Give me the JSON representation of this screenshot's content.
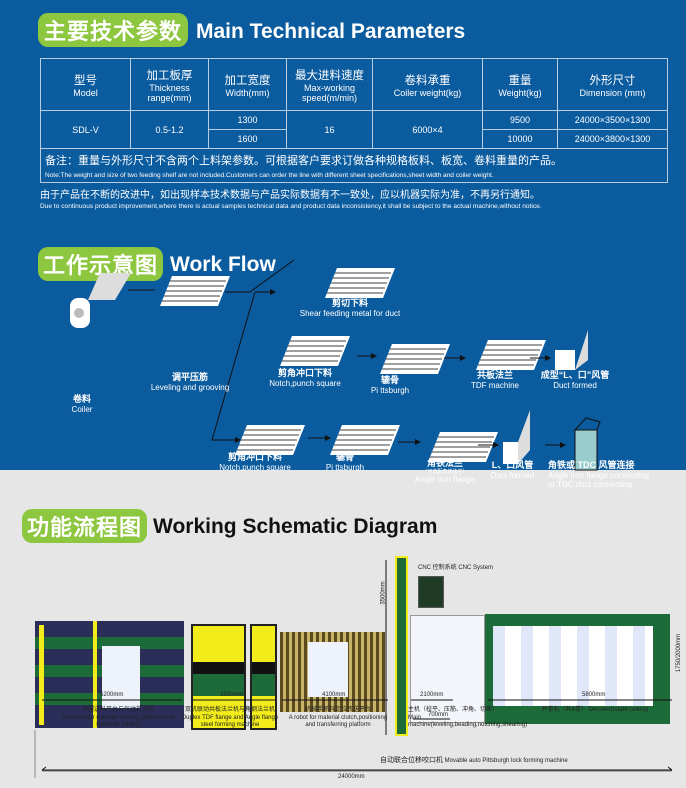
{
  "params": {
    "title_zh": "主要技术参数",
    "title_en": "Main Technical Parameters",
    "headers": [
      {
        "zh": "型号",
        "en": "Model"
      },
      {
        "zh": "加工板厚",
        "en": "Thickness range(mm)"
      },
      {
        "zh": "加工宽度",
        "en": "Width(mm)"
      },
      {
        "zh": "最大进料速度",
        "en": "Max-working speed(m/min)"
      },
      {
        "zh": "卷料承重",
        "en": "Coiler weight(kg)"
      },
      {
        "zh": "重量",
        "en": "Weight(kg)"
      },
      {
        "zh": "外形尺寸",
        "en": "Dimension (mm)"
      }
    ],
    "model": "SDL-V",
    "thickness": "0.5-1.2",
    "widths": [
      "1300",
      "1600"
    ],
    "speed": "16",
    "coiler": "6000×4",
    "weights": [
      "9500",
      "10000"
    ],
    "dimensions": [
      "24000×3500×1300",
      "24000×3800×1300"
    ],
    "note_zh": "备注：重量与外形尺寸不含两个上料架参数。可根据客户要求订做各种规格板料、板宽、卷料重量的产品。",
    "note_en": "Note:The weight and size of two feeding shelf are not included.Customers can order the line with different sheet specifications,sheet width and coiler weight.",
    "disclaimer_zh": "由于产品在不断的改进中，如出现样本技术数据与产品实际数据有不一致处，应以机器实际为准，不再另行通知。",
    "disclaimer_en": "Due to continuous product improvement,where there is actual samples technical data and product data inconsistency,it shall be subject to the actual machine,without notice."
  },
  "workflow": {
    "title_zh": "工作示意图",
    "title_en": "Work Flow",
    "steps": {
      "coiler": {
        "zh": "卷料",
        "en": "Coiler"
      },
      "leveling": {
        "zh": "调平压筋",
        "en": "Leveling and grooving"
      },
      "shear": {
        "zh": "剪切下料",
        "en": "Shear feeding metal for duct"
      },
      "notch1": {
        "zh": "剪角冲口下料",
        "en": "Notch,punch square"
      },
      "pitt1": {
        "zh": "辘骨",
        "en": "Pi ttsburgh"
      },
      "tdf": {
        "zh": "共板法兰",
        "en": "TDF machine"
      },
      "duct1": {
        "zh": "成型“L、口”风管",
        "en": "Duct formed"
      },
      "notch2": {
        "zh": "剪角冲口下料",
        "en": "Notch,punch square"
      },
      "pitt2": {
        "zh": "辘骨",
        "en": "Pi ttsburgh"
      },
      "angle": {
        "zh": "角铁法兰",
        "sub": "（可选配角铁法兰）",
        "en": "Angle iron flange"
      },
      "duct2": {
        "zh": "L、口风管",
        "en": "Duct formed"
      },
      "connect": {
        "zh": "角铁或 TDC 风管连接",
        "en": "Angle iron flange connecting",
        "en2": "or TDC duct connecting"
      }
    }
  },
  "schematic": {
    "title_zh": "功能流程图",
    "title_en": "Working Schematic Diagram",
    "cnc": "CNC 控制系统 CNC System",
    "dims": {
      "d1": "5200mm",
      "d2": "3500mm",
      "d3": "4100mm",
      "d4": "2100mm",
      "d5": "5800mm",
      "d6": "700mm",
      "total": "24000mm",
      "h1": "3500mm",
      "h2": "1750/2000mm"
    },
    "labels": {
      "servo_zh": "伺服送料平台与气动折方机",
      "servo_en": "Servo motor material feeding platform and hydraulic folding",
      "duplex_zh": "双机联动共板法兰机与角钢法兰机",
      "duplex_en": "Duplex TDF flange  and Angle flange steel forming machine",
      "robot_zh": "机械手抓料定位传送平台",
      "robot_en": "A robot for material clutch,positioning and transferring platform",
      "main_zh": "主机（校平、压筋、冲角、切断）",
      "main_en": "Main machine(leveling,beading,notching,shearing)",
      "decoiler_zh": "开卷机（共4卷）",
      "decoiler_en": "Decoiler(total4 coilers)",
      "movable_zh": "自动联合位移咬口机",
      "movable_en": "Movable auto Pittsburgh lock forming machine"
    }
  },
  "colors": {
    "blue": "#0b5b9f",
    "green": "#8dc63f",
    "yellow": "#f2ec1a",
    "machine_green": "#1e6b3a"
  }
}
